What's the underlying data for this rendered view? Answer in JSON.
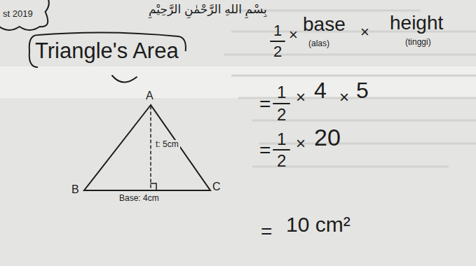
{
  "diagram": {
    "title": "Triangle's Area",
    "nodes": [
      {
        "text": [
          "st 2019"
        ]
      }
    ],
    "labels": [
      "بِسْمِ اللهِ الرَّحْمٰنِ الرَّحِيْمِ",
      "A",
      "B",
      "C",
      "t: 5cm",
      "Base: 4cm",
      "1",
      "2",
      "×",
      "base",
      "(alas)",
      "×",
      "height",
      "(tinggi)",
      "=",
      "1",
      "2",
      "×",
      "4",
      "×",
      "5",
      "=",
      "1",
      "2",
      "×",
      "20",
      "=",
      "10 cm²"
    ]
  }
}
